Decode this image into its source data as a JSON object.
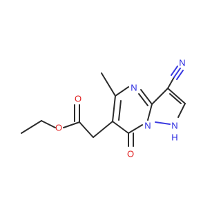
{
  "molecule": {
    "atoms": [
      {
        "id": "N_nitrile",
        "label": "N",
        "color": "#2a2ae0"
      },
      {
        "id": "N_ring_top",
        "label": "N",
        "color": "#2a2ae0"
      },
      {
        "id": "N_ring_bridge",
        "label": "N",
        "color": "#2a2ae0"
      },
      {
        "id": "NH",
        "label": "H",
        "color": "#2a2ae0"
      },
      {
        "id": "O_ester_carbonyl",
        "label": "O",
        "color": "#e02020"
      },
      {
        "id": "O_ester_ether",
        "label": "O",
        "color": "#e02020"
      },
      {
        "id": "O_ketone",
        "label": "O",
        "color": "#e02020"
      }
    ]
  }
}
